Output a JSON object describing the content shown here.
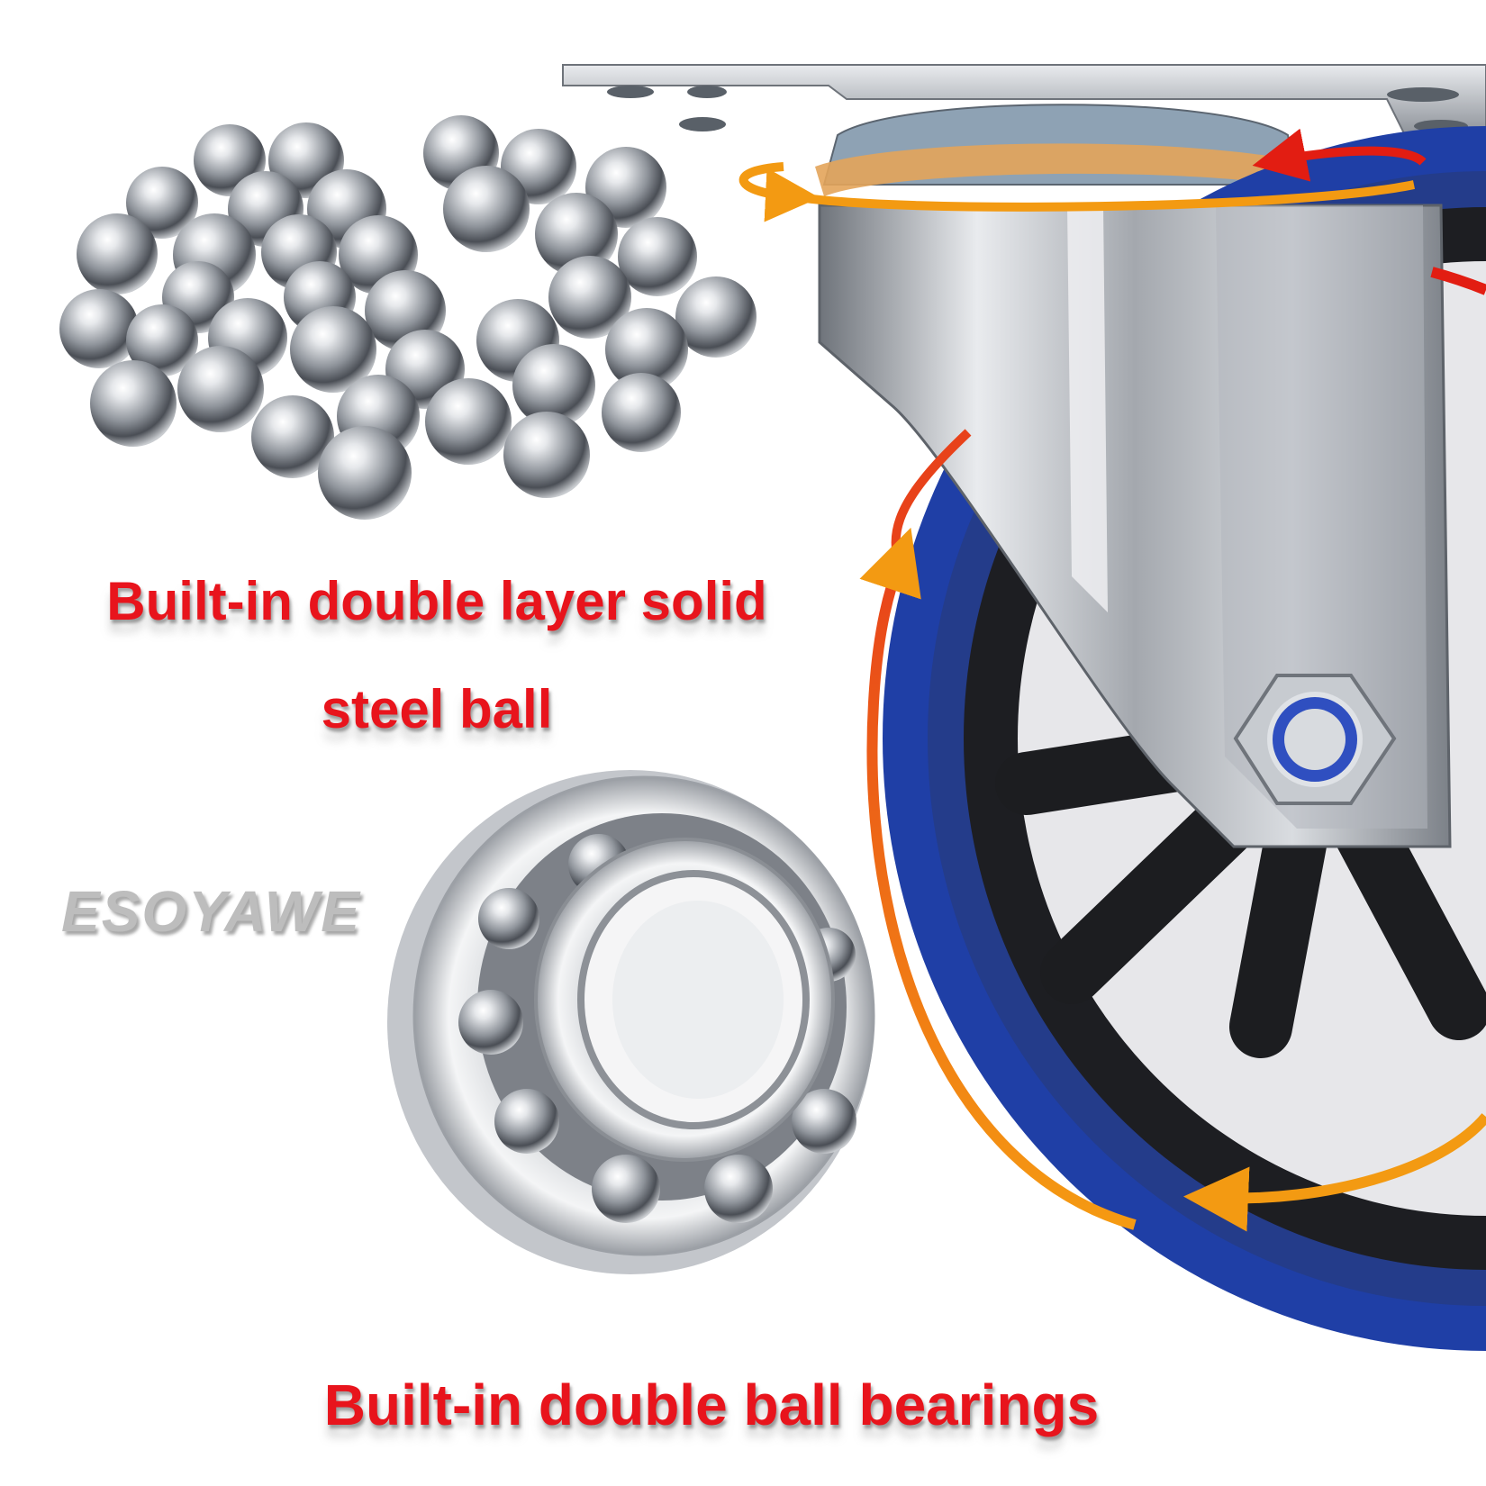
{
  "captions": {
    "steel_ball_line1": "Built-in double layer solid",
    "steel_ball_line2": "steel ball",
    "bearing": "Built-in double ball bearings"
  },
  "brand": "ESOYAWE",
  "colors": {
    "caption_red": "#e8141c",
    "wheel_blue": "#1f3fa6",
    "arrow_red": "#e21d12",
    "arrow_orange": "#f39a12",
    "steel": "#b8bcc2"
  },
  "icons": [
    "steel-ball-icon",
    "ball-bearing-icon",
    "caster-wheel-icon",
    "rotation-arrow-icon"
  ]
}
